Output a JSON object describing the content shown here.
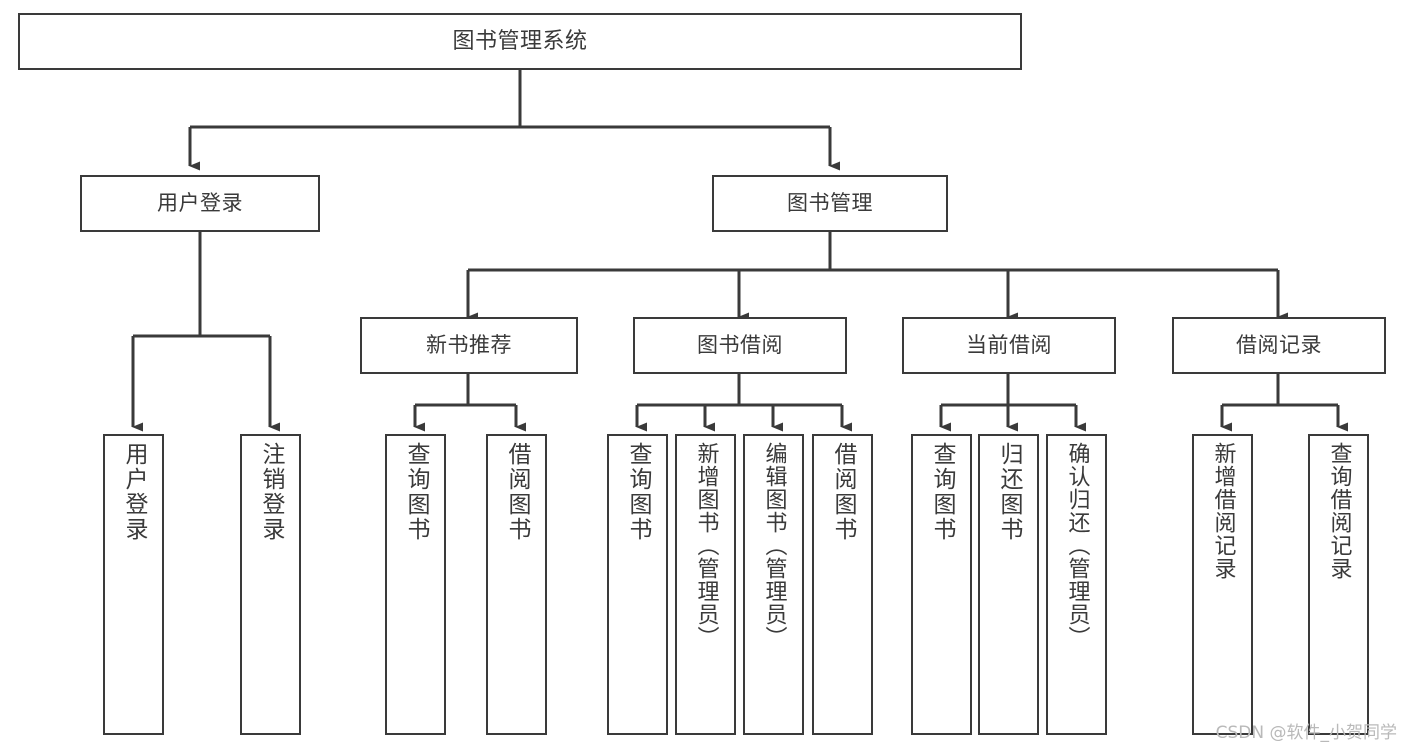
{
  "diagram": {
    "title": "图书管理系统",
    "type": "hierarchy-tree",
    "orientation": "top-down",
    "line_color": "#3a3a3a",
    "text_color": "#3a3a3a",
    "background_color": "#ffffff"
  },
  "nodes": {
    "root": {
      "label": "图书管理系统",
      "level": 1
    },
    "level2": [
      {
        "id": "user-login",
        "label": "用户登录",
        "level": 2
      },
      {
        "id": "book-management",
        "label": "图书管理",
        "level": 2
      }
    ],
    "level3": [
      {
        "id": "new-book-recommend",
        "label": "新书推荐",
        "level": 3,
        "parent": "book-management"
      },
      {
        "id": "book-borrow",
        "label": "图书借阅",
        "level": 3,
        "parent": "book-management"
      },
      {
        "id": "current-borrow",
        "label": "当前借阅",
        "level": 3,
        "parent": "book-management"
      },
      {
        "id": "borrow-record",
        "label": "借阅记录",
        "level": 3,
        "parent": "book-management"
      }
    ],
    "leaves": [
      {
        "id": "leaf-user-login",
        "label": "用户登录",
        "parent": "user-login"
      },
      {
        "id": "leaf-logout",
        "label": "注销登录",
        "parent": "user-login"
      },
      {
        "id": "leaf-query-book-1",
        "label": "查询图书",
        "parent": "new-book-recommend"
      },
      {
        "id": "leaf-borrow-book-1",
        "label": "借阅图书",
        "parent": "new-book-recommend"
      },
      {
        "id": "leaf-query-book-2",
        "label": "查询图书",
        "parent": "book-borrow"
      },
      {
        "id": "leaf-add-book",
        "label": "新增图书（管理员）",
        "parent": "book-borrow"
      },
      {
        "id": "leaf-edit-book",
        "label": "编辑图书（管理员）",
        "parent": "book-borrow"
      },
      {
        "id": "leaf-borrow-book-2",
        "label": "借阅图书",
        "parent": "book-borrow"
      },
      {
        "id": "leaf-query-book-3",
        "label": "查询图书",
        "parent": "current-borrow"
      },
      {
        "id": "leaf-return-book",
        "label": "归还图书",
        "parent": "current-borrow"
      },
      {
        "id": "leaf-confirm-return",
        "label": "确认归还（管理员）",
        "parent": "current-borrow"
      },
      {
        "id": "leaf-add-record",
        "label": "新增借阅记录",
        "parent": "borrow-record"
      },
      {
        "id": "leaf-query-record",
        "label": "查询借阅记录",
        "parent": "borrow-record"
      }
    ]
  },
  "watermark": {
    "text": "CSDN @软件_小贺同学"
  }
}
